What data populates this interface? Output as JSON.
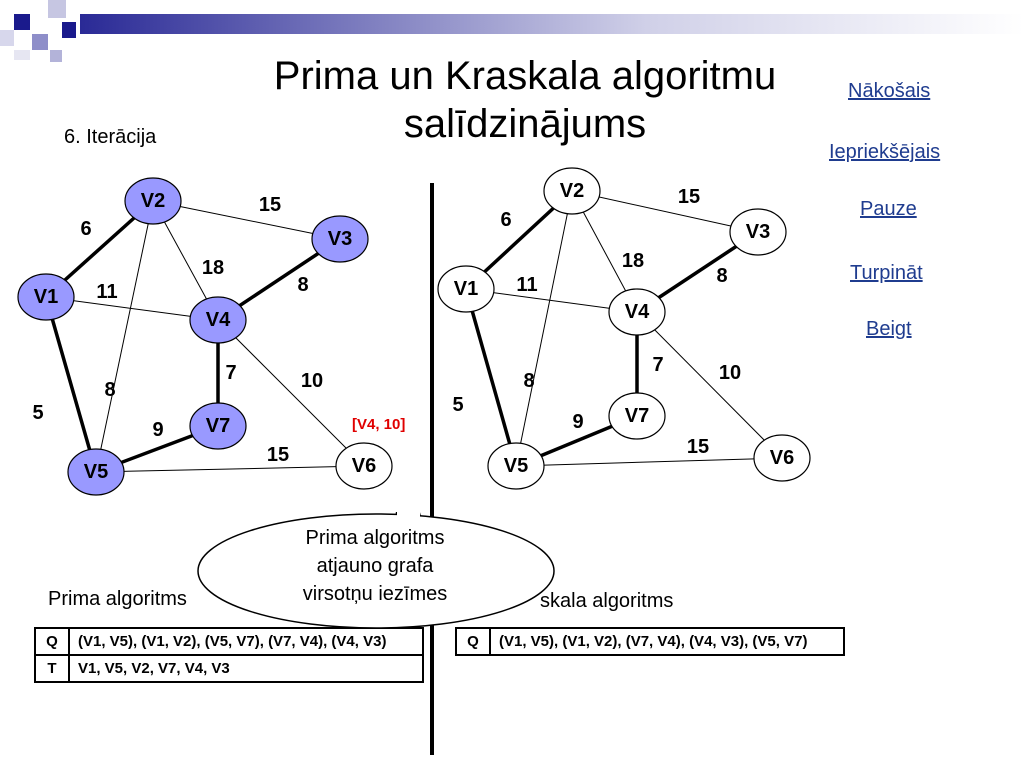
{
  "slide": {
    "title_line1": "Prima un Kraskala algoritmu",
    "title_line2": "salīdzinājums",
    "iteration": "6. Iterācija"
  },
  "nav": {
    "next": "Nākošais",
    "prev": "Iepriekšējais",
    "pause": "Pauze ",
    "continue": "Turpināt ",
    "end": "Beigt"
  },
  "colors": {
    "visited_node": "#9999ff",
    "node": "#ffffff",
    "nav_link": "#1f3c8f",
    "annotation": "#e00000",
    "deco_dark": "#1a1a8c",
    "deco_light": "#b3b3d9"
  },
  "prim_graph": {
    "nodes": [
      {
        "id": "V1",
        "label": "V1",
        "visited": true
      },
      {
        "id": "V2",
        "label": "V2",
        "visited": true
      },
      {
        "id": "V3",
        "label": "V3",
        "visited": true
      },
      {
        "id": "V4",
        "label": "V4",
        "visited": true
      },
      {
        "id": "V5",
        "label": "V5",
        "visited": true
      },
      {
        "id": "V6",
        "label": "V6",
        "visited": false
      },
      {
        "id": "V7",
        "label": "V7",
        "visited": true
      }
    ],
    "edges": [
      {
        "from": "V1",
        "to": "V2",
        "weight": "6",
        "bold": true
      },
      {
        "from": "V2",
        "to": "V3",
        "weight": "15",
        "bold": false
      },
      {
        "from": "V2",
        "to": "V4",
        "weight": "18",
        "bold": false
      },
      {
        "from": "V2",
        "to": "V5",
        "weight": "8",
        "bold": false
      },
      {
        "from": "V1",
        "to": "V4",
        "weight": "11",
        "bold": false
      },
      {
        "from": "V3",
        "to": "V4",
        "weight": "8",
        "bold": true
      },
      {
        "from": "V1",
        "to": "V5",
        "weight": "5",
        "bold": true
      },
      {
        "from": "V4",
        "to": "V7",
        "weight": "7",
        "bold": true
      },
      {
        "from": "V4",
        "to": "V6",
        "weight": "10",
        "bold": false
      },
      {
        "from": "V5",
        "to": "V7",
        "weight": "9",
        "bold": true
      },
      {
        "from": "V5",
        "to": "V6",
        "weight": "15",
        "bold": false
      }
    ]
  },
  "kruskal_graph": {
    "nodes": [
      {
        "id": "V1",
        "label": "V1",
        "visited": false
      },
      {
        "id": "V2",
        "label": "V2",
        "visited": false
      },
      {
        "id": "V3",
        "label": "V3",
        "visited": false
      },
      {
        "id": "V4",
        "label": "V4",
        "visited": false
      },
      {
        "id": "V5",
        "label": "V5",
        "visited": false
      },
      {
        "id": "V6",
        "label": "V6",
        "visited": false
      },
      {
        "id": "V7",
        "label": "V7",
        "visited": false
      }
    ],
    "edges": [
      {
        "from": "V1",
        "to": "V2",
        "weight": "6",
        "bold": true
      },
      {
        "from": "V2",
        "to": "V3",
        "weight": "15",
        "bold": false
      },
      {
        "from": "V2",
        "to": "V4",
        "weight": "18",
        "bold": false
      },
      {
        "from": "V2",
        "to": "V5",
        "weight": "8",
        "bold": false
      },
      {
        "from": "V1",
        "to": "V4",
        "weight": "11",
        "bold": false
      },
      {
        "from": "V3",
        "to": "V4",
        "weight": "8",
        "bold": true
      },
      {
        "from": "V1",
        "to": "V5",
        "weight": "5",
        "bold": true
      },
      {
        "from": "V4",
        "to": "V7",
        "weight": "7",
        "bold": true
      },
      {
        "from": "V4",
        "to": "V6",
        "weight": "10",
        "bold": false
      },
      {
        "from": "V5",
        "to": "V7",
        "weight": "9",
        "bold": true
      },
      {
        "from": "V5",
        "to": "V6",
        "weight": "15",
        "bold": false
      }
    ]
  },
  "annotation": "[V4, 10]",
  "callout": {
    "line1": "Prima algoritms",
    "line2": "atjauno grafa",
    "line3": "virsotņu iezīmes"
  },
  "prim_table": {
    "label": "Prima algoritms",
    "rows": [
      {
        "key": "Q",
        "value": "(V1, V5), (V1, V2), (V5, V7), (V7, V4), (V4, V3)"
      },
      {
        "key": "T",
        "value": "V1, V5, V2, V7, V4, V3"
      }
    ]
  },
  "kruskal_table": {
    "label": "skala algoritms",
    "rows": [
      {
        "key": "Q",
        "value": "(V1, V5), (V1, V2), (V7, V4), (V4, V3), (V5, V7)"
      }
    ]
  }
}
